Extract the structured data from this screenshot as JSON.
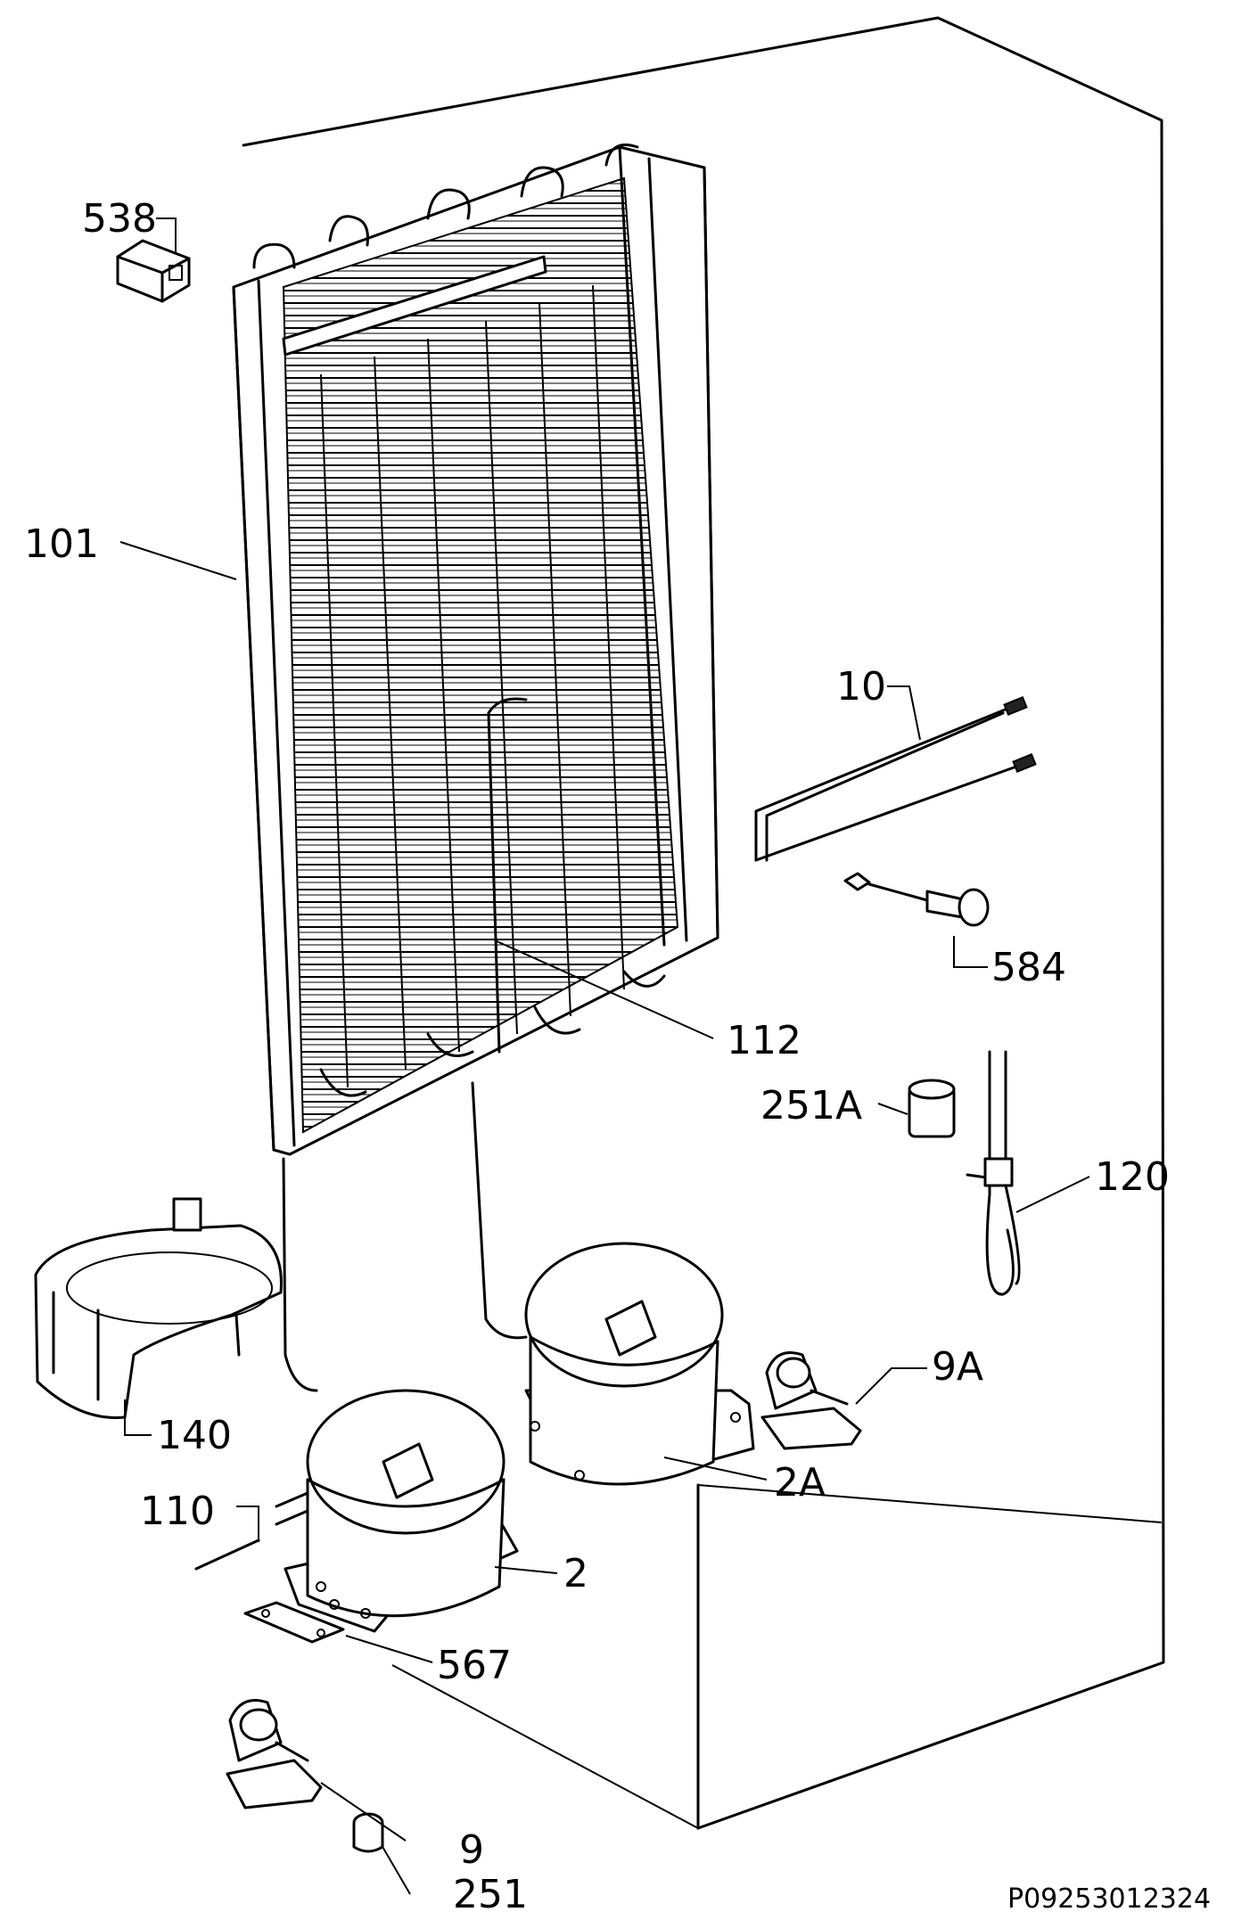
{
  "reference": "P09253012324",
  "labels": {
    "p538": "538",
    "p101": "101",
    "p10": "10",
    "p584": "584",
    "p112": "112",
    "p251a": "251A",
    "p120": "120",
    "p9a": "9A",
    "p140": "140",
    "p2a": "2A",
    "p110": "110",
    "p2": "2",
    "p567": "567",
    "p9": "9",
    "p251": "251"
  }
}
